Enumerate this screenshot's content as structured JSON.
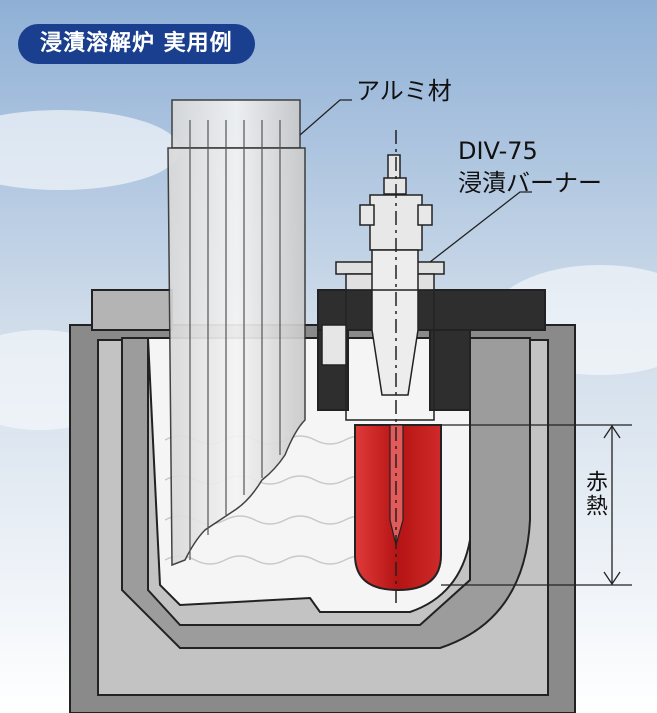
{
  "title": "浸漬溶解炉 実用例",
  "labels": {
    "aluminum": "アルミ材",
    "burner_model": "DIV-75",
    "burner_name": "浸漬バーナー",
    "red_heat": "赤熱"
  },
  "colors": {
    "badge_bg": "#1a3f8f",
    "sky_top": "#9fb9d8",
    "furnace_outer": "#8c8c8c",
    "furnace_wall": "#b7b7b7",
    "lid_dark": "#2e2e2e",
    "burner_tube_red": "#c81d1d",
    "outline": "#222222"
  }
}
